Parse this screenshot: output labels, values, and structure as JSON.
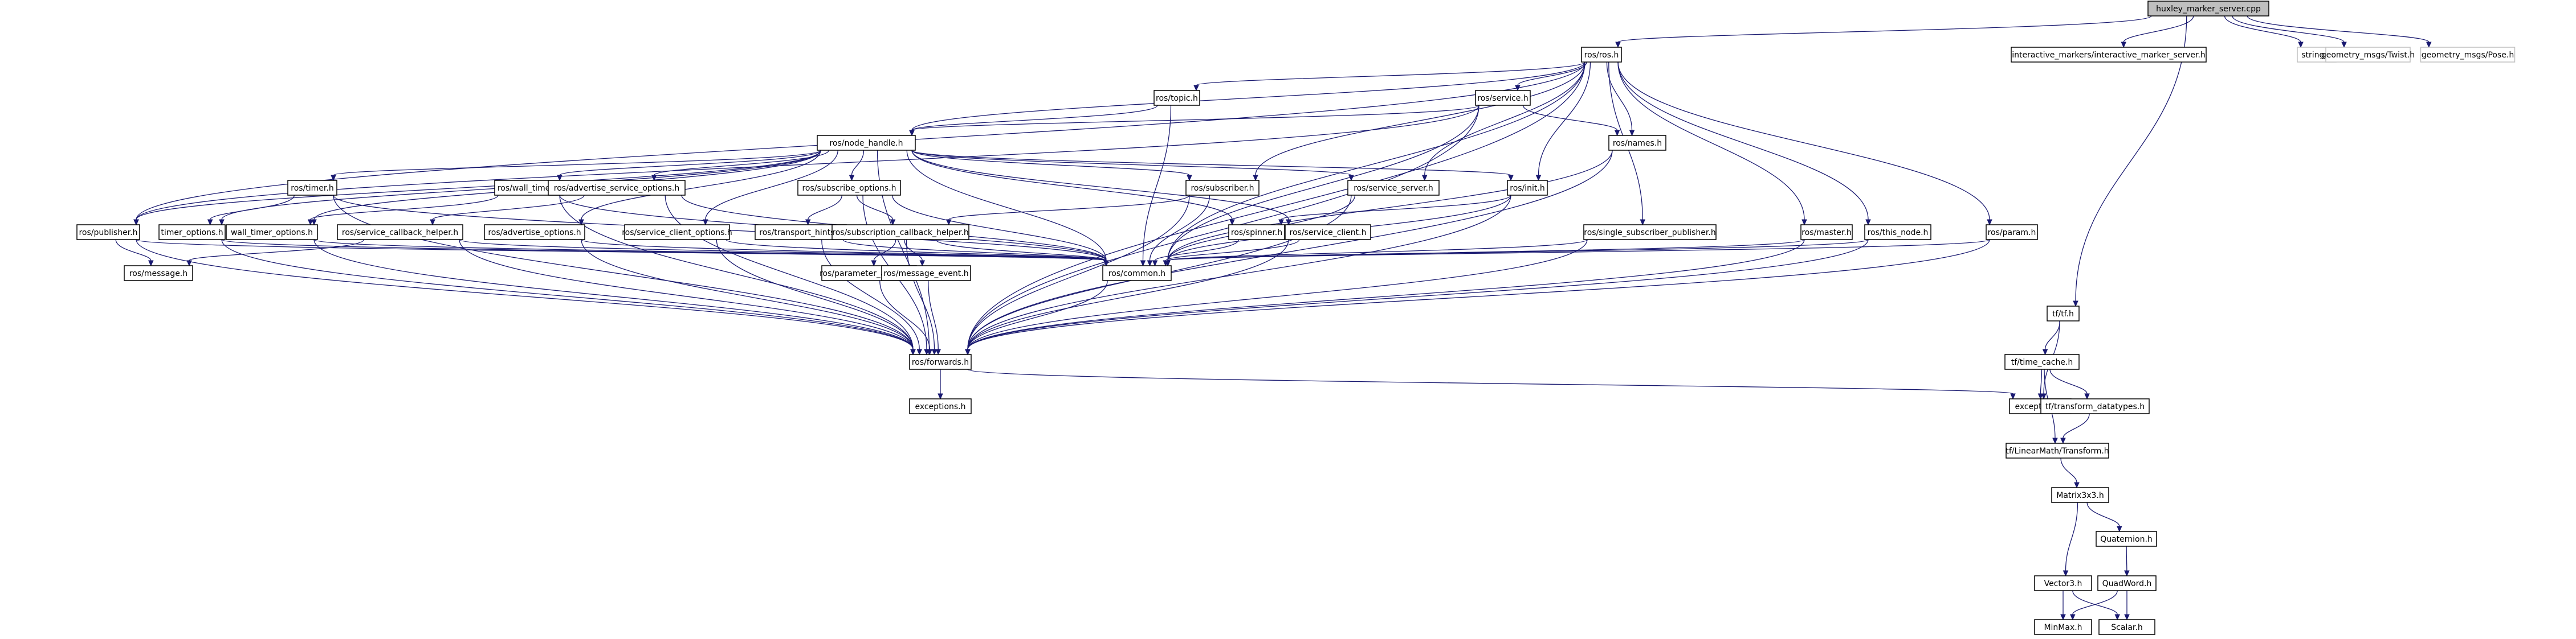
{
  "graph": {
    "title": "huxley_marker_server.cpp",
    "edge_color": "#191970",
    "nodes": [
      {
        "id": "root",
        "label": "huxley_marker_server.cpp"
      },
      {
        "id": "ros_h",
        "label": "ros/ros.h"
      },
      {
        "id": "im_server",
        "label": "interactive_markers/interactive_marker_server.h"
      },
      {
        "id": "string_h",
        "label": "string.h"
      },
      {
        "id": "twist",
        "label": "geometry_msgs/Twist.h"
      },
      {
        "id": "pose",
        "label": "geometry_msgs/Pose.h"
      },
      {
        "id": "topic",
        "label": "ros/topic.h"
      },
      {
        "id": "service",
        "label": "ros/service.h"
      },
      {
        "id": "node_handle",
        "label": "ros/node_handle.h"
      },
      {
        "id": "names",
        "label": "ros/names.h"
      },
      {
        "id": "timer",
        "label": "ros/timer.h"
      },
      {
        "id": "wall_timer",
        "label": "ros/wall_timer.h"
      },
      {
        "id": "adv_service_opts",
        "label": "ros/advertise_service_options.h"
      },
      {
        "id": "subscribe_opts",
        "label": "ros/subscribe_options.h"
      },
      {
        "id": "subscriber",
        "label": "ros/subscriber.h"
      },
      {
        "id": "service_server",
        "label": "ros/service_server.h"
      },
      {
        "id": "init",
        "label": "ros/init.h"
      },
      {
        "id": "publisher",
        "label": "ros/publisher.h"
      },
      {
        "id": "timer_opts",
        "label": "timer_options.h"
      },
      {
        "id": "wall_timer_opts",
        "label": "wall_timer_options.h"
      },
      {
        "id": "svc_cb_helper",
        "label": "ros/service_callback_helper.h"
      },
      {
        "id": "adv_opts",
        "label": "ros/advertise_options.h"
      },
      {
        "id": "svc_client_opts",
        "label": "ros/service_client_options.h"
      },
      {
        "id": "transport_hints",
        "label": "ros/transport_hints.h"
      },
      {
        "id": "sub_cb_helper",
        "label": "ros/subscription_callback_helper.h"
      },
      {
        "id": "spinner",
        "label": "ros/spinner.h"
      },
      {
        "id": "service_client",
        "label": "ros/service_client.h"
      },
      {
        "id": "single_sub_pub",
        "label": "ros/single_subscriber_publisher.h"
      },
      {
        "id": "master",
        "label": "ros/master.h"
      },
      {
        "id": "this_node",
        "label": "ros/this_node.h"
      },
      {
        "id": "param",
        "label": "ros/param.h"
      },
      {
        "id": "message",
        "label": "ros/message.h"
      },
      {
        "id": "param_adapter",
        "label": "ros/parameter_adapter.h"
      },
      {
        "id": "common",
        "label": "ros/common.h"
      },
      {
        "id": "message_event",
        "label": "ros/message_event.h"
      },
      {
        "id": "forwards",
        "label": "ros/forwards.h"
      },
      {
        "id": "exceptions_ros",
        "label": "exceptions.h"
      },
      {
        "id": "tf_h",
        "label": "tf/tf.h"
      },
      {
        "id": "time_cache",
        "label": "tf/time_cache.h"
      },
      {
        "id": "exceptions_tf",
        "label": "exceptions.h"
      },
      {
        "id": "transform_datatypes",
        "label": "tf/transform_datatypes.h"
      },
      {
        "id": "linearmath_transform",
        "label": "tf/LinearMath/Transform.h"
      },
      {
        "id": "matrix3x3",
        "label": "Matrix3x3.h"
      },
      {
        "id": "quaternion",
        "label": "Quaternion.h"
      },
      {
        "id": "vector3",
        "label": "Vector3.h"
      },
      {
        "id": "quadword",
        "label": "QuadWord.h"
      },
      {
        "id": "minmax",
        "label": "MinMax.h"
      },
      {
        "id": "scalar",
        "label": "Scalar.h"
      }
    ],
    "edges": [
      [
        "root",
        "ros_h"
      ],
      [
        "root",
        "im_server"
      ],
      [
        "root",
        "string_h"
      ],
      [
        "root",
        "twist"
      ],
      [
        "root",
        "pose"
      ],
      [
        "root",
        "tf_h"
      ],
      [
        "ros_h",
        "topic"
      ],
      [
        "ros_h",
        "service"
      ],
      [
        "ros_h",
        "node_handle"
      ],
      [
        "ros_h",
        "names"
      ],
      [
        "ros_h",
        "subscriber"
      ],
      [
        "ros_h",
        "service_server"
      ],
      [
        "ros_h",
        "init"
      ],
      [
        "ros_h",
        "publisher"
      ],
      [
        "ros_h",
        "single_sub_pub"
      ],
      [
        "ros_h",
        "master"
      ],
      [
        "ros_h",
        "this_node"
      ],
      [
        "ros_h",
        "param"
      ],
      [
        "ros_h",
        "common"
      ],
      [
        "ros_h",
        "forwards"
      ],
      [
        "topic",
        "node_handle"
      ],
      [
        "topic",
        "common"
      ],
      [
        "service",
        "node_handle"
      ],
      [
        "service",
        "names"
      ],
      [
        "service",
        "common"
      ],
      [
        "service",
        "forwards"
      ],
      [
        "service",
        "publisher"
      ],
      [
        "node_handle",
        "timer"
      ],
      [
        "node_handle",
        "wall_timer"
      ],
      [
        "node_handle",
        "adv_service_opts"
      ],
      [
        "node_handle",
        "subscribe_opts"
      ],
      [
        "node_handle",
        "subscriber"
      ],
      [
        "node_handle",
        "service_server"
      ],
      [
        "node_handle",
        "init"
      ],
      [
        "node_handle",
        "publisher"
      ],
      [
        "node_handle",
        "timer_opts"
      ],
      [
        "node_handle",
        "wall_timer_opts"
      ],
      [
        "node_handle",
        "adv_opts"
      ],
      [
        "node_handle",
        "svc_client_opts"
      ],
      [
        "node_handle",
        "spinner"
      ],
      [
        "node_handle",
        "service_client"
      ],
      [
        "node_handle",
        "common"
      ],
      [
        "node_handle",
        "forwards"
      ],
      [
        "names",
        "common"
      ],
      [
        "names",
        "forwards"
      ],
      [
        "timer",
        "timer_opts"
      ],
      [
        "timer",
        "common"
      ],
      [
        "timer",
        "forwards"
      ],
      [
        "wall_timer",
        "wall_timer_opts"
      ],
      [
        "wall_timer",
        "common"
      ],
      [
        "wall_timer",
        "forwards"
      ],
      [
        "adv_service_opts",
        "svc_cb_helper"
      ],
      [
        "adv_service_opts",
        "common"
      ],
      [
        "adv_service_opts",
        "forwards"
      ],
      [
        "subscribe_opts",
        "transport_hints"
      ],
      [
        "subscribe_opts",
        "sub_cb_helper"
      ],
      [
        "subscribe_opts",
        "common"
      ],
      [
        "subscribe_opts",
        "forwards"
      ],
      [
        "subscriber",
        "sub_cb_helper"
      ],
      [
        "subscriber",
        "common"
      ],
      [
        "subscriber",
        "forwards"
      ],
      [
        "service_server",
        "common"
      ],
      [
        "service_server",
        "forwards"
      ],
      [
        "init",
        "spinner"
      ],
      [
        "init",
        "common"
      ],
      [
        "init",
        "forwards"
      ],
      [
        "publisher",
        "message"
      ],
      [
        "publisher",
        "common"
      ],
      [
        "publisher",
        "forwards"
      ],
      [
        "timer_opts",
        "common"
      ],
      [
        "timer_opts",
        "forwards"
      ],
      [
        "wall_timer_opts",
        "common"
      ],
      [
        "wall_timer_opts",
        "forwards"
      ],
      [
        "svc_cb_helper",
        "message"
      ],
      [
        "svc_cb_helper",
        "common"
      ],
      [
        "svc_cb_helper",
        "forwards"
      ],
      [
        "adv_opts",
        "common"
      ],
      [
        "adv_opts",
        "forwards"
      ],
      [
        "svc_client_opts",
        "common"
      ],
      [
        "svc_client_opts",
        "forwards"
      ],
      [
        "transport_hints",
        "common"
      ],
      [
        "transport_hints",
        "forwards"
      ],
      [
        "sub_cb_helper",
        "param_adapter"
      ],
      [
        "sub_cb_helper",
        "message_event"
      ],
      [
        "sub_cb_helper",
        "common"
      ],
      [
        "sub_cb_helper",
        "forwards"
      ],
      [
        "spinner",
        "common"
      ],
      [
        "service_client",
        "common"
      ],
      [
        "service_client",
        "forwards"
      ],
      [
        "single_sub_pub",
        "common"
      ],
      [
        "single_sub_pub",
        "forwards"
      ],
      [
        "master",
        "common"
      ],
      [
        "master",
        "forwards"
      ],
      [
        "this_node",
        "common"
      ],
      [
        "this_node",
        "forwards"
      ],
      [
        "param",
        "common"
      ],
      [
        "param",
        "forwards"
      ],
      [
        "param_adapter",
        "message_event"
      ],
      [
        "param_adapter",
        "forwards"
      ],
      [
        "message_event",
        "forwards"
      ],
      [
        "common",
        "forwards"
      ],
      [
        "forwards",
        "exceptions_ros"
      ],
      [
        "forwards",
        "exceptions_tf"
      ],
      [
        "tf_h",
        "exceptions_tf"
      ],
      [
        "tf_h",
        "time_cache"
      ],
      [
        "time_cache",
        "exceptions_tf"
      ],
      [
        "time_cache",
        "transform_datatypes"
      ],
      [
        "time_cache",
        "linearmath_transform"
      ],
      [
        "transform_datatypes",
        "linearmath_transform"
      ],
      [
        "linearmath_transform",
        "matrix3x3"
      ],
      [
        "matrix3x3",
        "vector3"
      ],
      [
        "matrix3x3",
        "quaternion"
      ],
      [
        "quaternion",
        "quadword"
      ],
      [
        "vector3",
        "minmax"
      ],
      [
        "vector3",
        "scalar"
      ],
      [
        "quadword",
        "scalar"
      ],
      [
        "quadword",
        "minmax"
      ]
    ]
  }
}
